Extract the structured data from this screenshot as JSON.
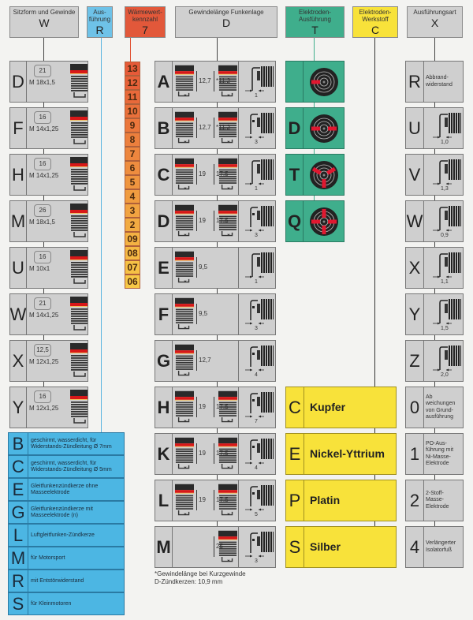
{
  "headers": [
    {
      "id": "w",
      "label": "Sitzform und Gewinde",
      "code": "W",
      "color": "#d0d0d0"
    },
    {
      "id": "r",
      "label": "Aus-führung",
      "code": "R",
      "color": "#6ec2e8"
    },
    {
      "id": "h",
      "label": "Wärmewert-kennzahl",
      "code": "7",
      "color": "#e2583a"
    },
    {
      "id": "d",
      "label": "Gewindelänge Funkenlage",
      "code": "D",
      "color": "#d0d0d0"
    },
    {
      "id": "t",
      "label": "Elektroden-Ausführung",
      "code": "T",
      "color": "#3fae8c"
    },
    {
      "id": "c",
      "label": "Elektroden-Werkstoff",
      "code": "C",
      "color": "#f8e23a"
    },
    {
      "id": "x",
      "label": "Ausführungsart",
      "code": "X",
      "color": "#d0d0d0"
    }
  ],
  "seat_thread": [
    {
      "letter": "D",
      "hex": "21",
      "thread": "M 18x1,5"
    },
    {
      "letter": "F",
      "hex": "16",
      "thread": "M 14x1,25"
    },
    {
      "letter": "H",
      "hex": "16",
      "thread": "M 14x1,25"
    },
    {
      "letter": "M",
      "hex": "26",
      "thread": "M 18x1,5"
    },
    {
      "letter": "U",
      "hex": "16",
      "thread": "M 10x1"
    },
    {
      "letter": "W",
      "hex": "21",
      "thread": "M 14x1,25"
    },
    {
      "letter": "X",
      "hex": "12,5",
      "thread": "M 12x1,25"
    },
    {
      "letter": "Y",
      "hex": "16",
      "thread": "M 12x1,25"
    }
  ],
  "versions": [
    {
      "letter": "B",
      "text": "geschirmt, wasserdicht, für Widerstands-Zündleitung Ø 7mm"
    },
    {
      "letter": "C",
      "text": "geschirmt, wasserdicht, für Widerstands-Zündleitung Ø 5mm"
    },
    {
      "letter": "E",
      "text": "Gleitfunkenzündkerze ohne Masseelektrode"
    },
    {
      "letter": "G",
      "text": "Gleitfunkenzündkerze mit Masseelektrode (n)"
    },
    {
      "letter": "L",
      "text": "Luftgleitfunken-Zündkerze"
    },
    {
      "letter": "M",
      "text": "für Motorsport"
    },
    {
      "letter": "R",
      "text": "mit Entstörwiderstand"
    },
    {
      "letter": "S",
      "text": "für Kleinmotoren"
    }
  ],
  "heat_range": [
    "13",
    "12",
    "11",
    "10",
    "9",
    "8",
    "7",
    "6",
    "5",
    "4",
    "3",
    "2",
    "09",
    "08",
    "07",
    "06"
  ],
  "heat_colors": {
    "hot": "#e65a38",
    "cold": "#f7c846"
  },
  "thread_length": [
    {
      "letter": "A",
      "left": "12,7",
      "right": "*11,2",
      "gap": "1",
      "side": false
    },
    {
      "letter": "B",
      "left": "12,7",
      "right": "*11,2",
      "gap": "3",
      "side": true
    },
    {
      "letter": "C",
      "left": "19",
      "right": "17,5",
      "gap": "1",
      "side": false
    },
    {
      "letter": "D",
      "left": "19",
      "right": "17,5",
      "gap": "3",
      "side": true
    },
    {
      "letter": "E",
      "left": "9,5",
      "right": null,
      "gap": "1",
      "side": false
    },
    {
      "letter": "F",
      "left": "9,5",
      "right": null,
      "gap": "3",
      "side": true
    },
    {
      "letter": "G",
      "left": "12,7",
      "right": null,
      "gap": "4",
      "side": true
    },
    {
      "letter": "H",
      "left": "19",
      "right": "17,5",
      "gap": "7",
      "side": true
    },
    {
      "letter": "K",
      "left": "19",
      "right": "17,5",
      "gap": "4",
      "side": true
    },
    {
      "letter": "L",
      "left": "19",
      "right": "17,5",
      "gap": "5",
      "side": true
    },
    {
      "letter": "M",
      "left": null,
      "right": "25",
      "gap": "3",
      "side": true
    }
  ],
  "electrode_design": [
    {
      "letter": "",
      "count": 1
    },
    {
      "letter": "D",
      "count": 2
    },
    {
      "letter": "T",
      "count": 3
    },
    {
      "letter": "Q",
      "count": 4
    }
  ],
  "electrode_material": [
    {
      "letter": "C",
      "name": "Kupfer"
    },
    {
      "letter": "E",
      "name": "Nickel-Yttrium"
    },
    {
      "letter": "P",
      "name": "Platin"
    },
    {
      "letter": "S",
      "name": "Silber"
    }
  ],
  "design_type": [
    {
      "letter": "R",
      "text": "Abbrand-widerstand"
    },
    {
      "letter": "U",
      "gap": "1,0"
    },
    {
      "letter": "V",
      "gap": "1,3"
    },
    {
      "letter": "W",
      "gap": "0,9"
    },
    {
      "letter": "X",
      "gap": "1,1"
    },
    {
      "letter": "Y",
      "gap": "1,5"
    },
    {
      "letter": "Z",
      "gap": "2,0"
    },
    {
      "letter": "0",
      "text": "Ab weichungen von Grund-ausführung"
    },
    {
      "letter": "1",
      "text": "PO-Aus-führung mit Ni-Masse-Elektrode"
    },
    {
      "letter": "2",
      "text": "2-Stoff-Masse-Elektrode"
    },
    {
      "letter": "4",
      "text": "Verlängerter Isolatorfuß"
    }
  ],
  "footnote": {
    "line1": "*Gewindelänge bei Kurzgewinde",
    "line2": "D-Zündkerzen: 10,9 mm"
  }
}
